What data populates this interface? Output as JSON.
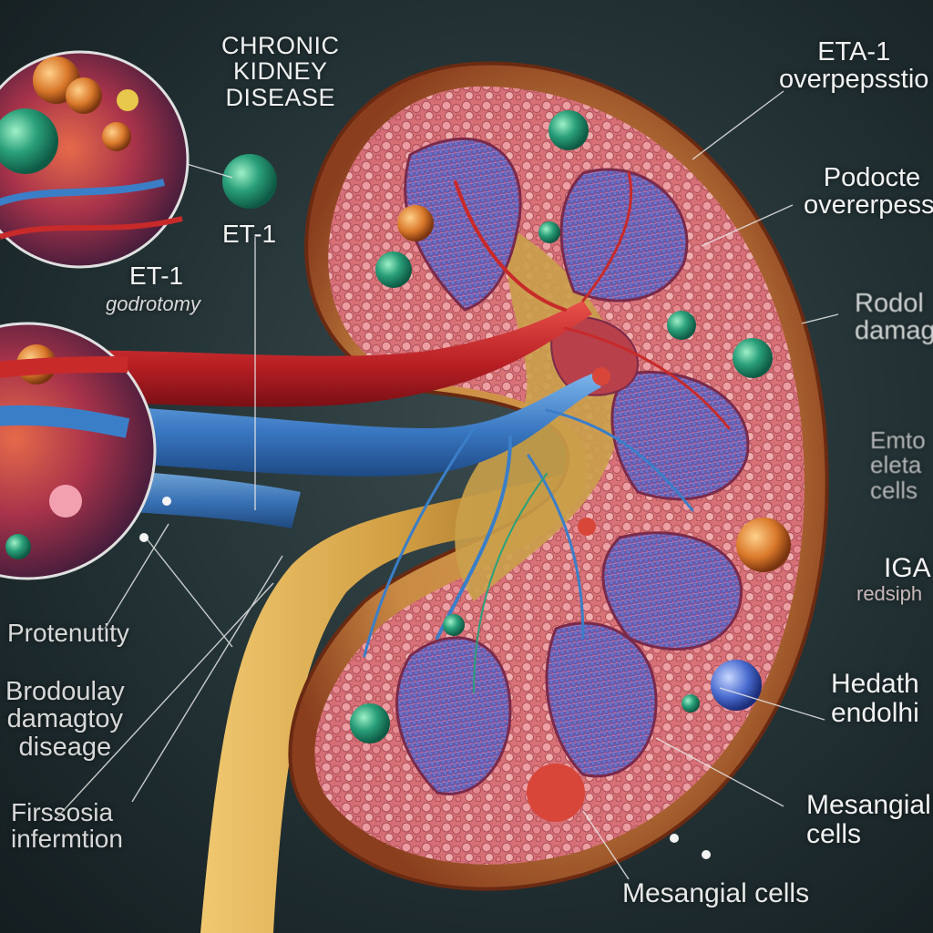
{
  "labels": {
    "ckd": [
      "CHRONIC",
      "KIDNEY",
      "DISEASE"
    ],
    "eta1": [
      "ETA-1",
      "overpepsstio"
    ],
    "podoc_overexp": [
      "Podocte",
      "overerpessi"
    ],
    "podo_damage": [
      "Rodol",
      "damag"
    ],
    "endo_cells": [
      "Emto",
      "eleta",
      "cells"
    ],
    "iga": [
      "IGA",
      "redsiph"
    ],
    "hedath": [
      "Hedath",
      "endolhi"
    ],
    "mesangial_right": [
      "Mesangial",
      "cells"
    ],
    "mesangial_bottom": "Mesangial cells",
    "et1_top": "ET-1",
    "et1_left": "ET-1",
    "gonotomy": "godrotomy",
    "proteinuria": "Protenutity",
    "brod": [
      "Brodoulay",
      "damagtoy",
      "diseage"
    ],
    "fibrosis": [
      "Firssosia",
      "infermtion"
    ]
  },
  "colors": {
    "kidney_outer": "#b06a3a",
    "cortex": "#e07a84",
    "pyramid": "#5a5fb8",
    "artery": "#c82a2a",
    "vein": "#3b7ec8",
    "ureter": "#d8a94a",
    "green_cell": "#2aa07a"
  }
}
